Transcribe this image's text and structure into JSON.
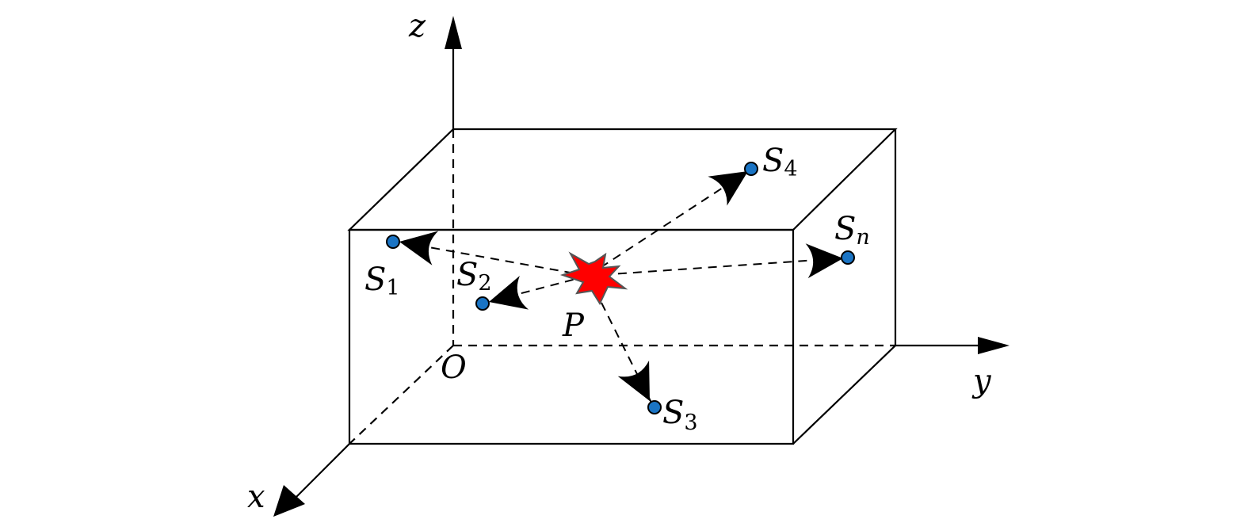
{
  "colors": {
    "sensor_fill": "#1a74c4",
    "source_fill": "#ff0000",
    "source_stroke": "#555555",
    "line": "#000000"
  },
  "axes": {
    "x": "x",
    "y": "y",
    "z": "z",
    "origin": "O"
  },
  "source": {
    "label": "P"
  },
  "sensors": [
    {
      "id": "s1",
      "base": "S",
      "sub": "1"
    },
    {
      "id": "s2",
      "base": "S",
      "sub": "2"
    },
    {
      "id": "s3",
      "base": "S",
      "sub": "3"
    },
    {
      "id": "s4",
      "base": "S",
      "sub": "4"
    },
    {
      "id": "sn",
      "base": "S",
      "sub": "n"
    }
  ]
}
